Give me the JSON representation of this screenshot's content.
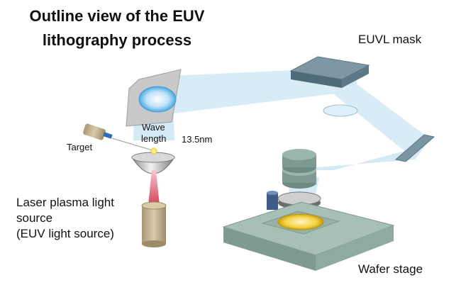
{
  "title": {
    "line1": "Outline view of the EUV",
    "line2": "lithography process"
  },
  "labels": {
    "mask": "EUVL mask",
    "target": "Target",
    "wavelength_line1": "Wave",
    "wavelength_line2": "length",
    "wavelength_value": "13.5nm",
    "source_line1": "Laser plasma light",
    "source_line2": "source",
    "source_line3": "(EUV light source)",
    "stage": "Wafer stage"
  },
  "colors": {
    "beam": "#cfe8f5",
    "slate": "#6f8a99",
    "stage_top": "#a7c0b5",
    "laser": "#d2384f",
    "wafer": "#f0cf3a"
  }
}
